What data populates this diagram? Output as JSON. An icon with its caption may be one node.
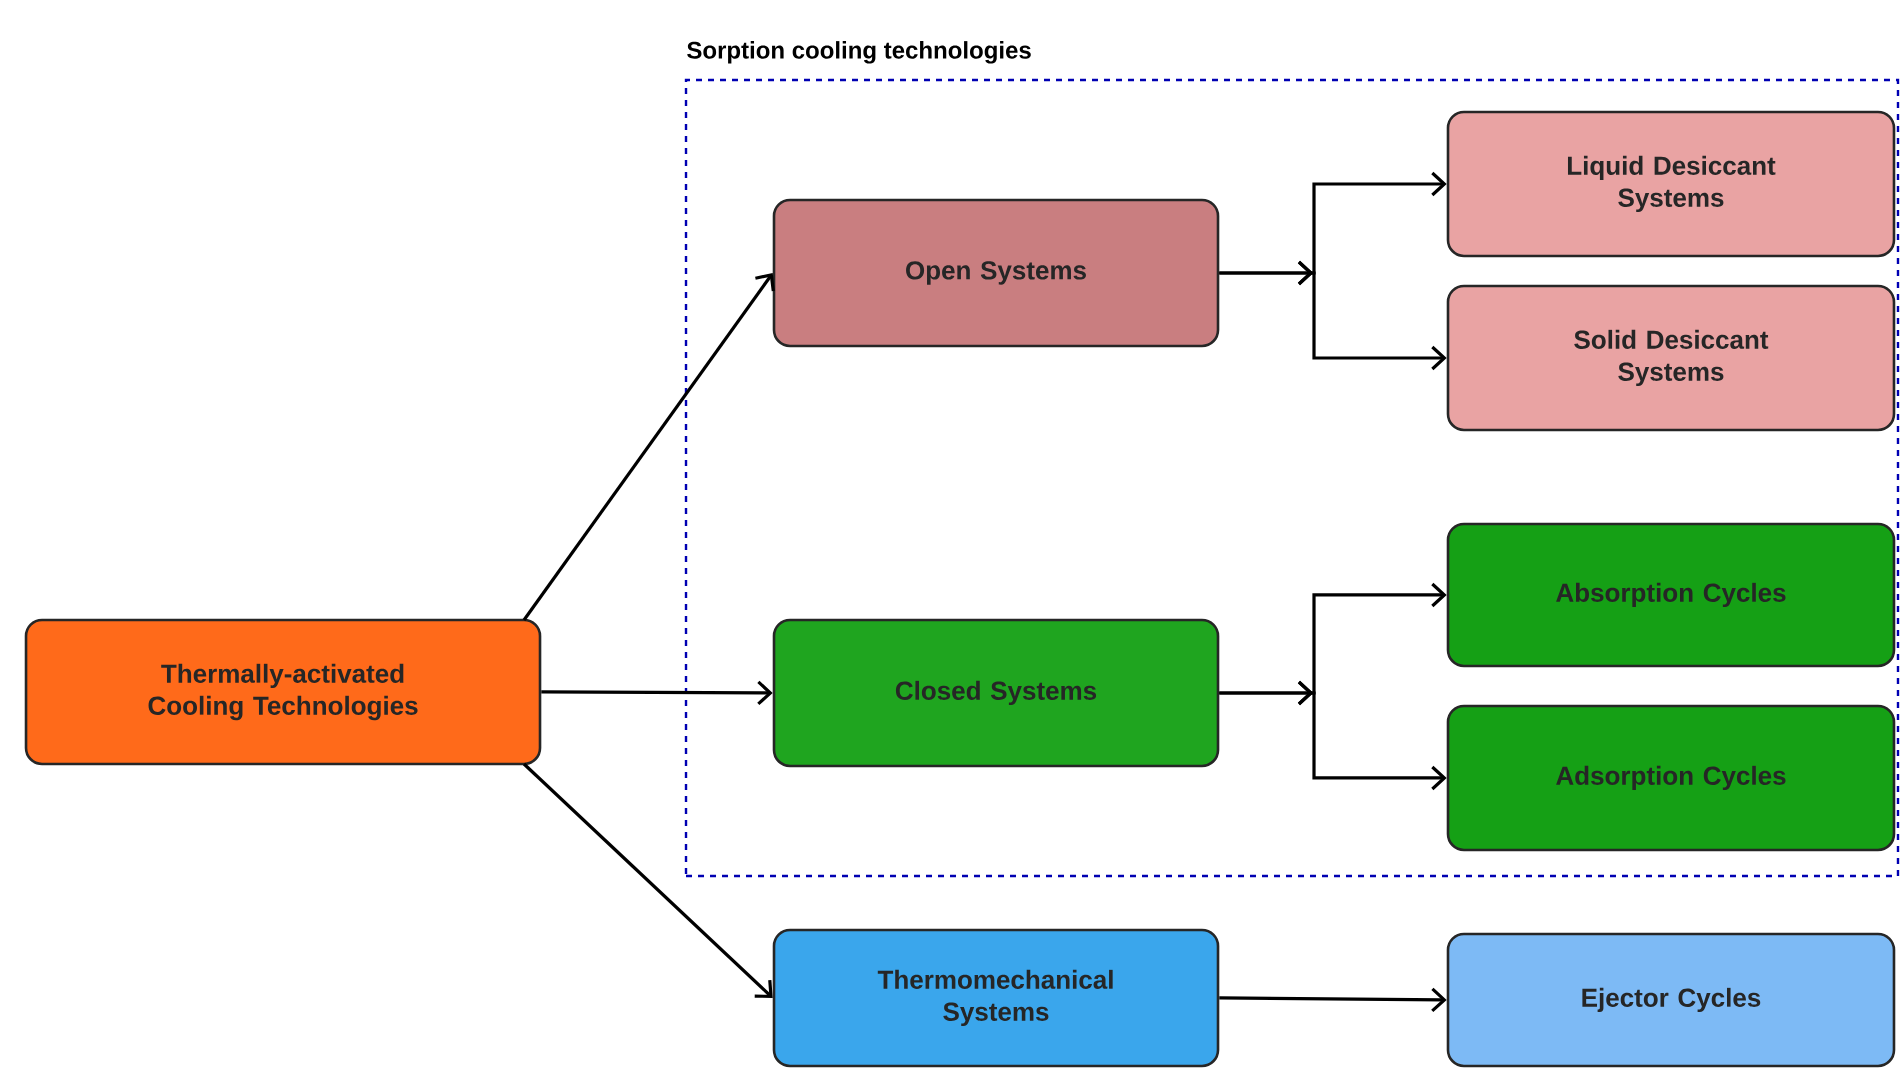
{
  "diagram": {
    "nodes": [
      {
        "text": [
          "Thermally-activated Cooling Technologies"
        ]
      },
      {
        "text": [
          "Sorption cooling technologies"
        ]
      },
      {
        "text": [
          "Open Systems"
        ],
        "in": 1
      },
      {
        "text": [
          "Liquid Desiccant Systems"
        ],
        "in": 1
      },
      {
        "text": [
          "Solid Desiccant Systems"
        ],
        "in": 1
      },
      {
        "text": [
          "Closed Systems"
        ],
        "in": 1
      },
      {
        "text": [
          "Absorption Cycles"
        ],
        "in": 1
      },
      {
        "text": [
          "Adsorption Cycles"
        ],
        "in": 1
      },
      {
        "text": [
          "Thermomechanical Systems"
        ]
      },
      {
        "text": [
          "Ejector Cycles"
        ]
      }
    ],
    "edges": [
      {
        "from": 0,
        "to": 2,
        "arrow": "to"
      },
      {
        "from": 0,
        "to": 5,
        "arrow": "to"
      },
      {
        "from": 0,
        "to": 8,
        "arrow": "to"
      },
      {
        "from": 2,
        "to": 3,
        "arrow": "to"
      },
      {
        "from": 2,
        "to": 4,
        "arrow": "to"
      },
      {
        "from": 5,
        "to": 6,
        "arrow": "to"
      },
      {
        "from": 5,
        "to": 7,
        "arrow": "to"
      },
      {
        "from": 8,
        "to": 9,
        "arrow": "to"
      }
    ]
  }
}
